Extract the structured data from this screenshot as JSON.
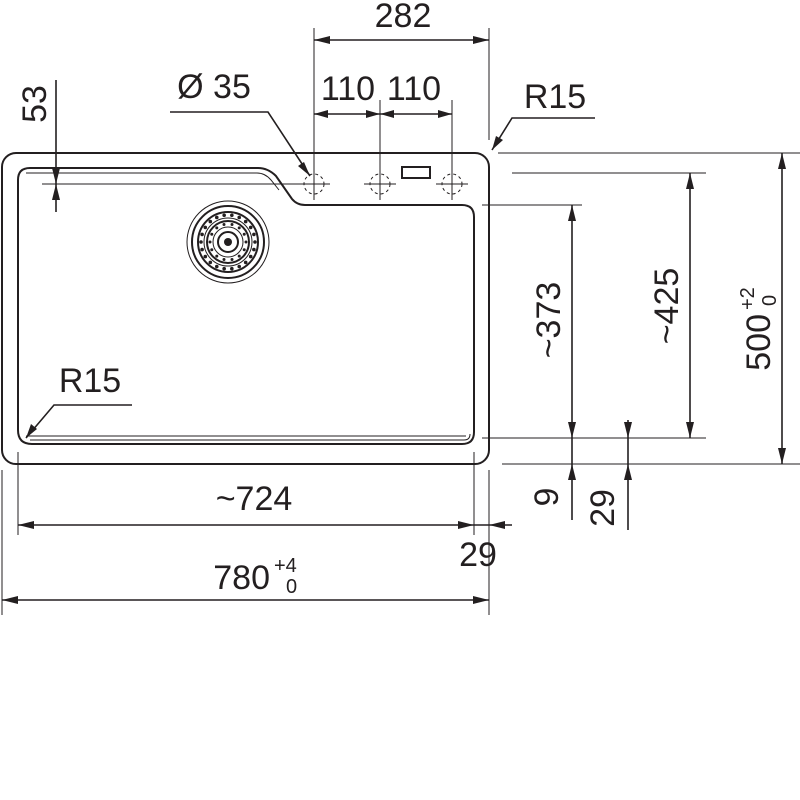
{
  "dimensions": {
    "tap_span": "282",
    "tap_hole_diameter": "Ø 35",
    "tap_spacing_left": "110",
    "tap_spacing_right": "110",
    "corner_radius_outer": "R15",
    "corner_radius_inner": "R15",
    "edge_offset_top": "53",
    "bowl_depth_front": "~373",
    "bowl_depth_total": "~425",
    "overall_depth": "500",
    "overall_depth_tol_upper": "+2",
    "overall_depth_tol_lower": "0",
    "bowl_width": "~724",
    "overall_width": "780",
    "overall_width_tol_upper": "+4",
    "overall_width_tol_lower": "0",
    "side_rim": "29",
    "front_rim_9": "9",
    "front_rim_29": "29"
  }
}
